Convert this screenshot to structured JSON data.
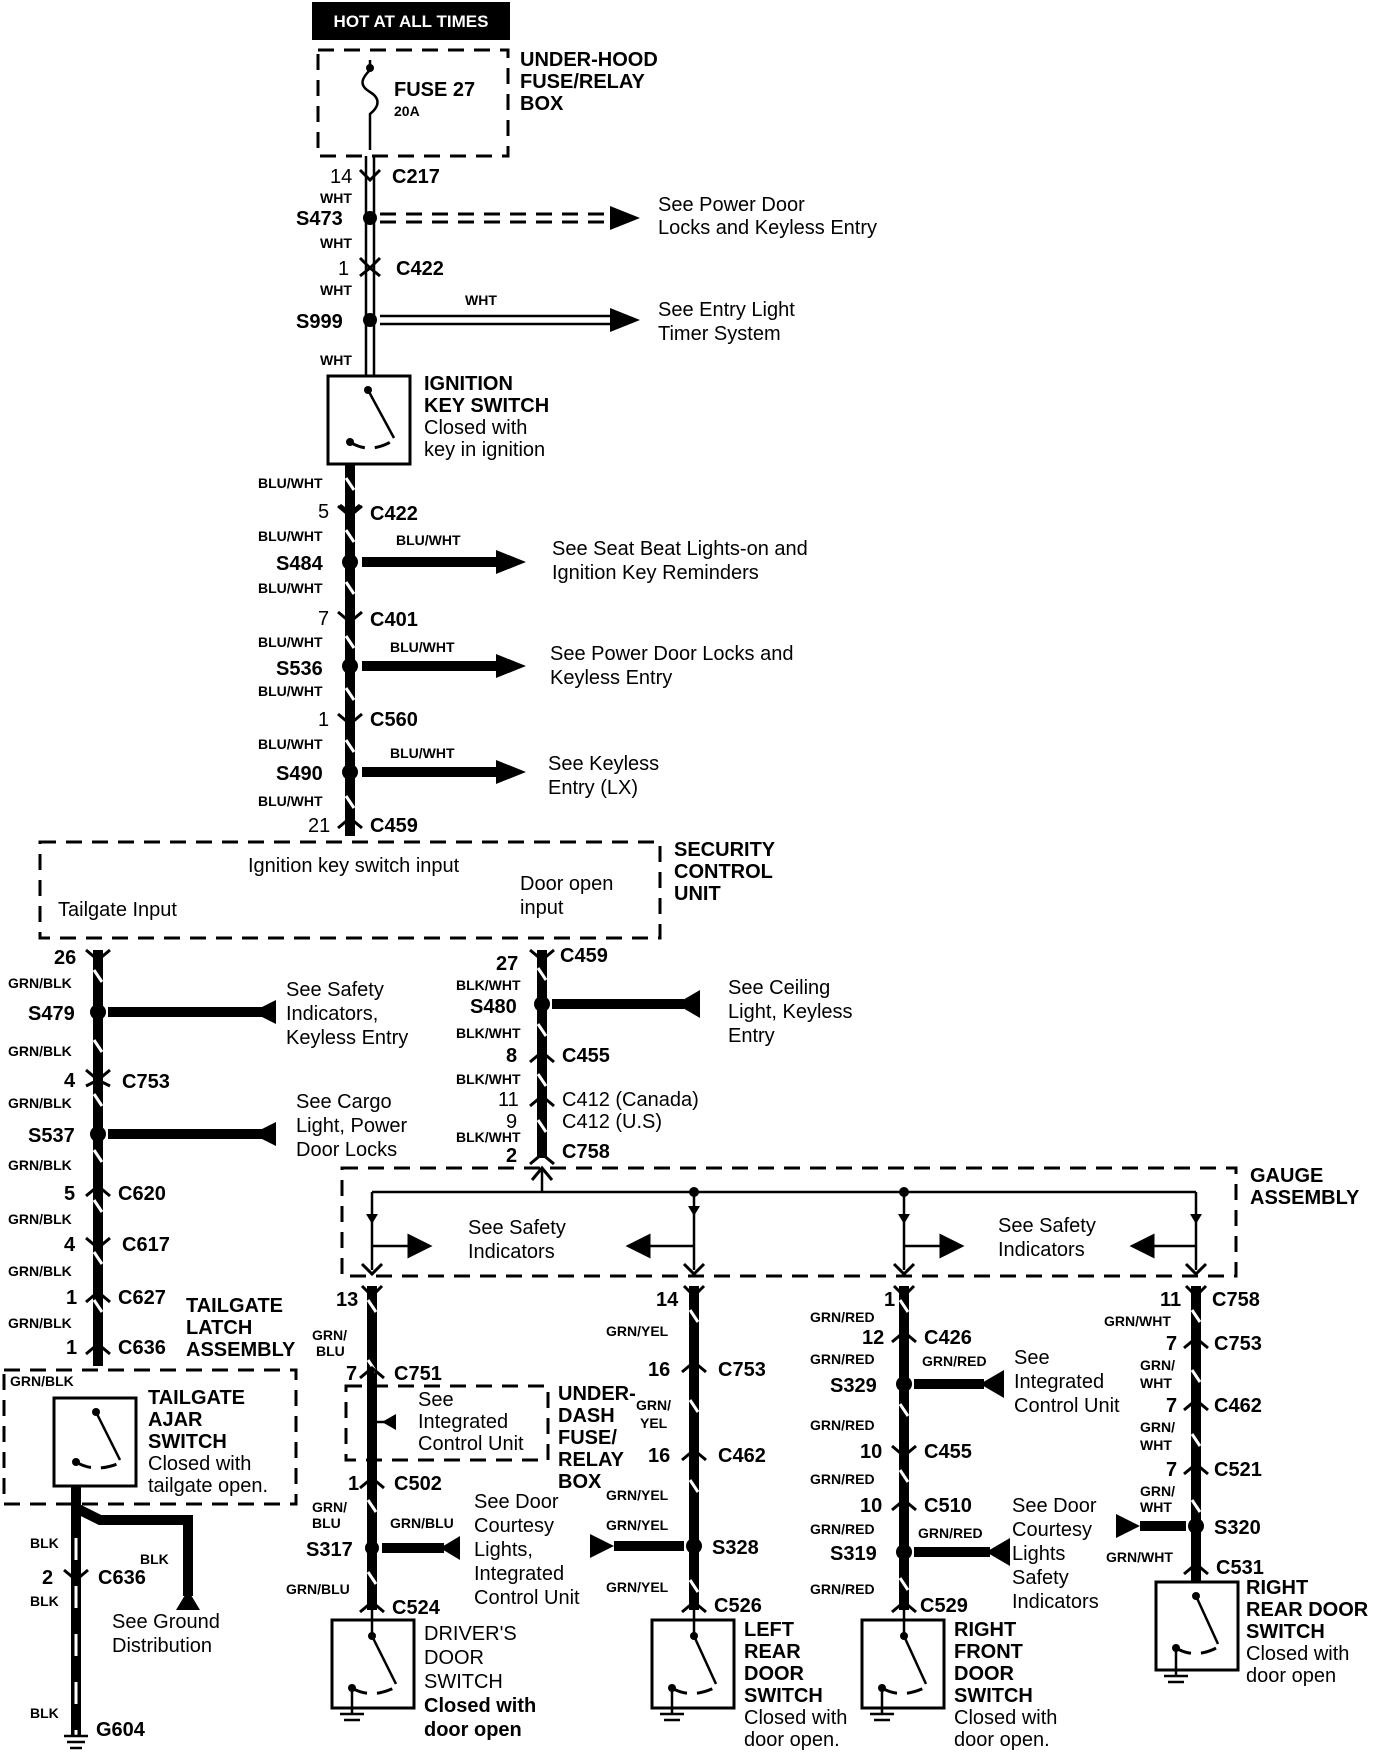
{
  "header": {
    "label": "HOT AT ALL TIMES"
  },
  "fuse_box": {
    "name": [
      "UNDER-HOOD",
      "FUSE/RELAY",
      "BOX"
    ],
    "fuse": "FUSE 27",
    "rating": "20A"
  },
  "wire_colors": {
    "wht": "WHT",
    "blu_wht": "BLU/WHT",
    "grn_blk": "GRN/BLK",
    "blk_wht": "BLK/WHT",
    "grn_blu_a": "GRN/",
    "grn_blu_b": "BLU",
    "grn_blu": "GRN/BLU",
    "grn_yel": "GRN/YEL",
    "grn_yel_a": "GRN/",
    "grn_yel_b": "YEL",
    "grn_red": "GRN/RED",
    "grn_wht": "GRN/WHT",
    "grn_wht_a": "GRN/",
    "grn_wht_b": "WHT",
    "blk": "BLK"
  },
  "connectors": {
    "c217": {
      "id": "C217",
      "pin": "14"
    },
    "c422a": {
      "id": "C422",
      "pin": "1"
    },
    "c422b": {
      "id": "C422",
      "pin": "5"
    },
    "c401": {
      "id": "C401",
      "pin": "7"
    },
    "c560": {
      "id": "C560",
      "pin": "1"
    },
    "c459a": {
      "id": "C459",
      "pin": "21"
    },
    "c459b": {
      "id": "C459",
      "pin": "27"
    },
    "c459c": {
      "pin": "26"
    },
    "c753a": {
      "id": "C753",
      "pin": "4"
    },
    "c620": {
      "id": "C620",
      "pin": "5"
    },
    "c617": {
      "id": "C617",
      "pin": "4"
    },
    "c627": {
      "id": "C627",
      "pin": "1"
    },
    "c636a": {
      "id": "C636",
      "pin": "1"
    },
    "c636b": {
      "id": "C636",
      "pin": "2"
    },
    "c455a": {
      "id": "C455",
      "pin": "8"
    },
    "c412c": {
      "id": "C412 (Canada)",
      "pin": "11"
    },
    "c412u": {
      "id": "C412 (U.S)",
      "pin": "9"
    },
    "c758a": {
      "id": "C758",
      "pin": "2"
    },
    "g_pin13": {
      "pin": "13"
    },
    "g_pin14": {
      "pin": "14"
    },
    "g_pin1": {
      "pin": "1"
    },
    "c758b": {
      "id": "C758",
      "pin": "11"
    },
    "c751": {
      "id": "C751",
      "pin": "7"
    },
    "c502": {
      "id": "C502",
      "pin": "1"
    },
    "c524": {
      "id": "C524"
    },
    "c753b": {
      "id": "C753",
      "pin": "16"
    },
    "c462a": {
      "id": "C462",
      "pin": "16"
    },
    "c526": {
      "id": "C526"
    },
    "c426": {
      "id": "C426",
      "pin": "12"
    },
    "c455b": {
      "id": "C455",
      "pin": "10"
    },
    "c510": {
      "id": "C510",
      "pin": "10"
    },
    "c529": {
      "id": "C529"
    },
    "c753c": {
      "id": "C753",
      "pin": "7"
    },
    "c462b": {
      "id": "C462",
      "pin": "7"
    },
    "c521": {
      "id": "C521",
      "pin": "7"
    },
    "c531": {
      "id": "C531"
    },
    "g604": {
      "id": "G604"
    }
  },
  "splices": {
    "s473": "S473",
    "s999": "S999",
    "s484": "S484",
    "s536": "S536",
    "s490": "S490",
    "s479": "S479",
    "s537": "S537",
    "s480": "S480",
    "s329": "S329",
    "s317": "S317",
    "s328": "S328",
    "s319": "S319",
    "s320": "S320"
  },
  "references": {
    "r_s473": [
      "See Power Door",
      "Locks and Keyless Entry"
    ],
    "r_s999": [
      "See Entry Light",
      "Timer System"
    ],
    "r_s484": [
      "See Seat Beat Lights-on and",
      "Ignition Key Reminders"
    ],
    "r_s536": [
      "See Power Door Locks and",
      "Keyless Entry"
    ],
    "r_s490": [
      "See Keyless",
      "Entry (LX)"
    ],
    "r_s479": [
      "See Safety",
      "Indicators,",
      "Keyless Entry"
    ],
    "r_s537": [
      "See Cargo",
      "Light, Power",
      "Door Locks"
    ],
    "r_s480": [
      "See Ceiling",
      "Light, Keyless",
      "Entry"
    ],
    "r_gauge_l": [
      "See Safety",
      "Indicators"
    ],
    "r_gauge_r": [
      "See Safety",
      "Indicators"
    ],
    "r_s329": [
      "See",
      "Integrated",
      "Control Unit"
    ],
    "r_c751": [
      "See",
      "Integrated",
      "Control Unit"
    ],
    "r_s317": [
      "See Door",
      "Courtesy",
      "Lights,",
      "Integrated",
      "Control Unit"
    ],
    "r_s319": [
      "See Door",
      "Courtesy",
      "Lights",
      "Safety",
      "Indicators"
    ],
    "r_ground": [
      "See Ground",
      "Distribution"
    ]
  },
  "components": {
    "ignition": {
      "name": [
        "IGNITION",
        "KEY SWITCH"
      ],
      "desc": [
        "Closed with",
        "key in ignition"
      ]
    },
    "security": {
      "name": [
        "SECURITY",
        "CONTROL",
        "UNIT"
      ],
      "in_key": "Ignition key switch input",
      "in_tailgate": "Tailgate Input",
      "in_door": [
        "Door open",
        "input"
      ]
    },
    "gauge": {
      "name": [
        "GAUGE",
        "ASSEMBLY"
      ]
    },
    "tailgate_latch": {
      "name": [
        "TAILGATE",
        "LATCH",
        "ASSEMBLY"
      ]
    },
    "tailgate_ajar": {
      "name": [
        "TAILGATE",
        "AJAR",
        "SWITCH"
      ],
      "desc": [
        "Closed with",
        "tailgate open."
      ]
    },
    "underdash": {
      "name": [
        "UNDER-",
        "DASH",
        "FUSE/",
        "RELAY",
        "BOX"
      ]
    },
    "drivers_door": {
      "name": [
        "DRIVER'S",
        "DOOR",
        "SWITCH"
      ],
      "desc": [
        "Closed with",
        "door open"
      ]
    },
    "left_rear": {
      "name": [
        "LEFT",
        "REAR",
        "DOOR",
        "SWITCH"
      ],
      "desc": [
        "Closed with",
        "door open."
      ]
    },
    "right_front": {
      "name": [
        "RIGHT",
        "FRONT",
        "DOOR",
        "SWITCH"
      ],
      "desc": [
        "Closed with",
        "door open."
      ]
    },
    "right_rear": {
      "name": [
        "RIGHT",
        "REAR DOOR",
        "SWITCH"
      ],
      "desc": [
        "Closed with",
        "door open"
      ]
    }
  }
}
